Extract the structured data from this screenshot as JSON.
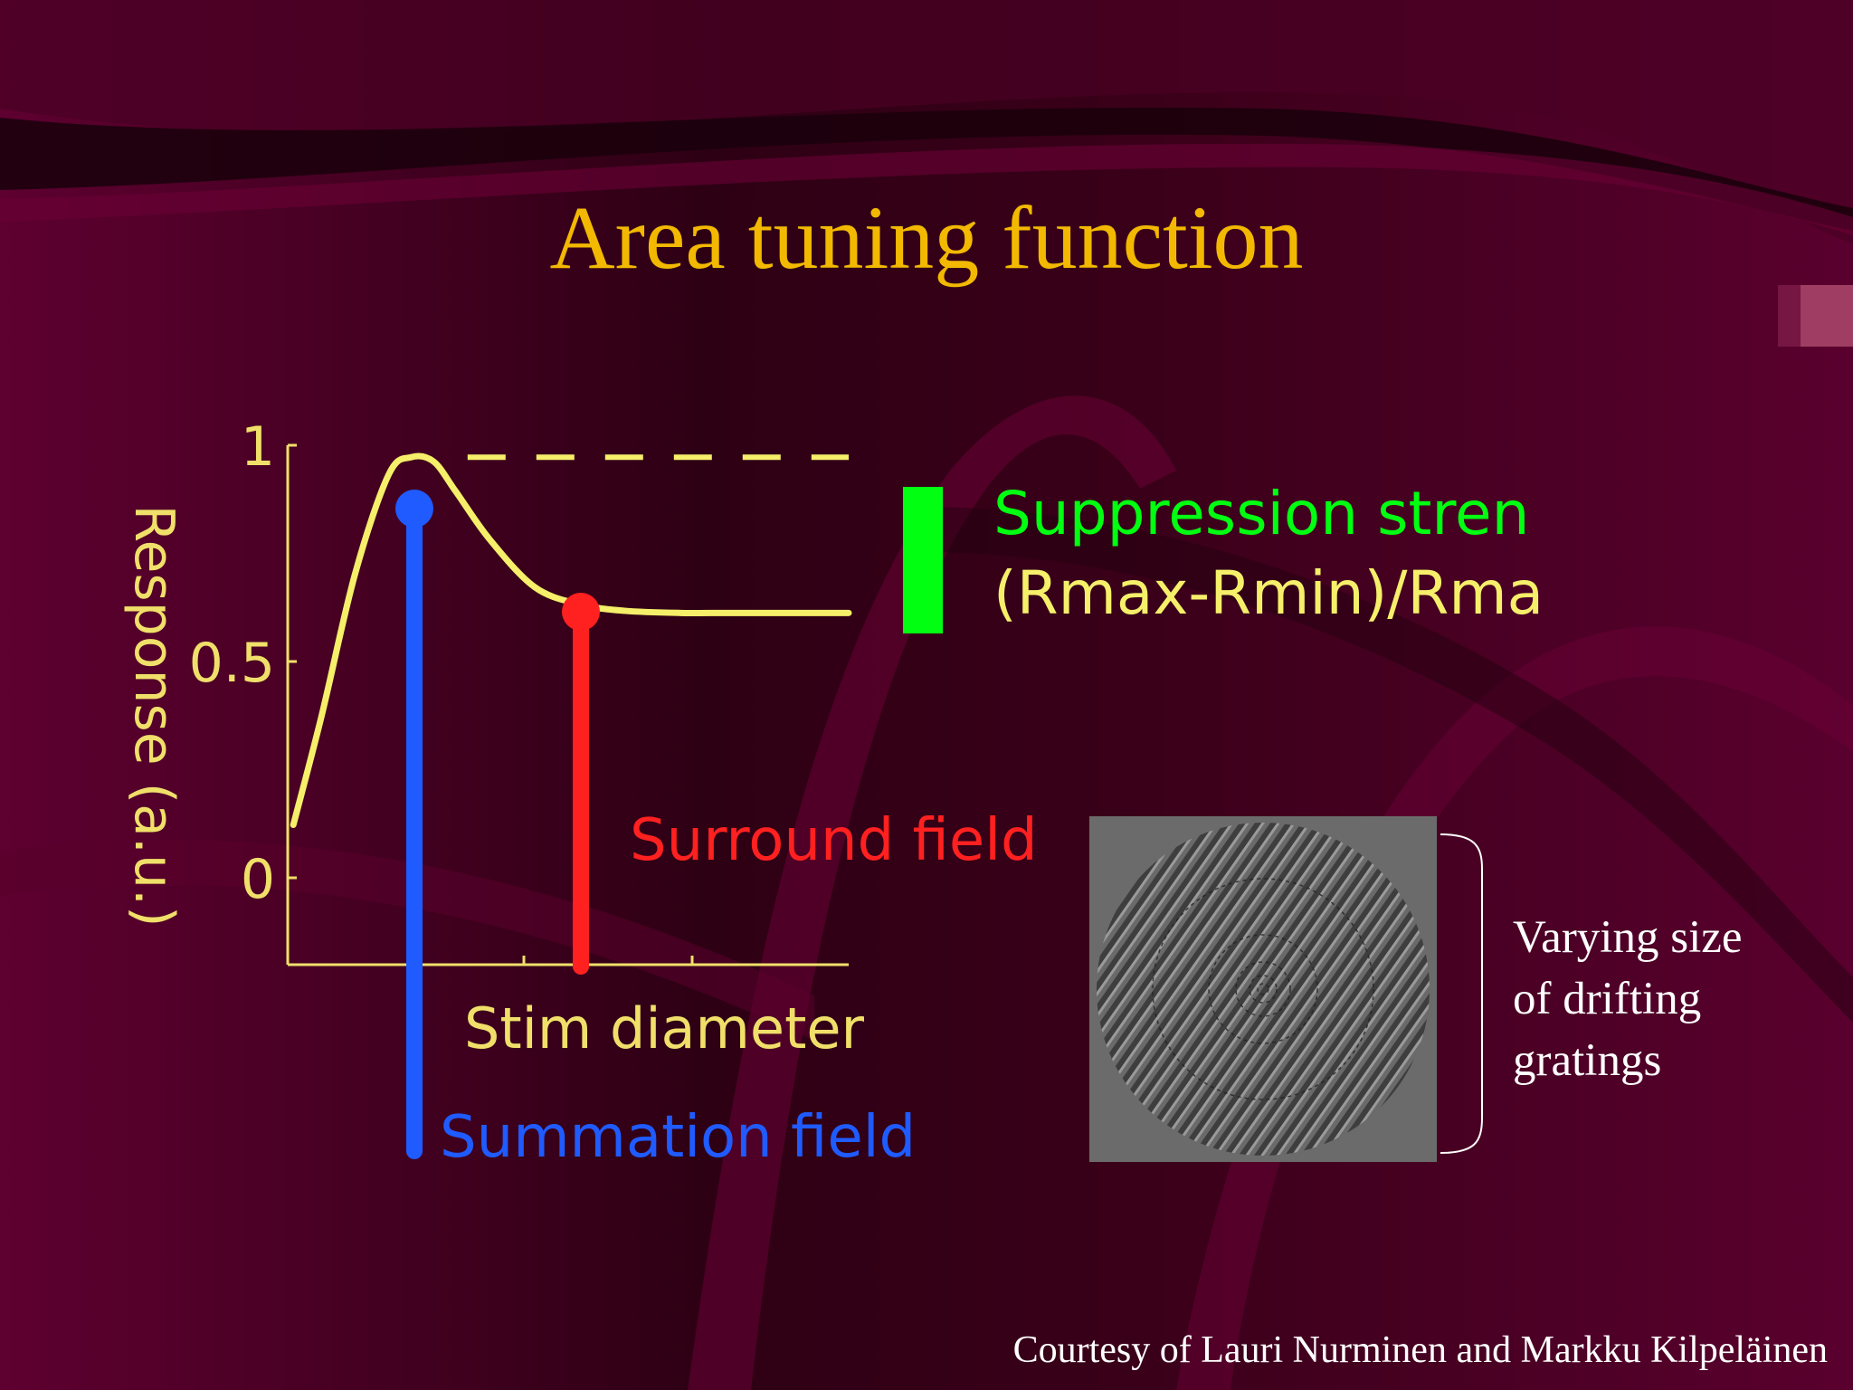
{
  "slide": {
    "title": "Area tuning function",
    "grating_caption": [
      "Varying size",
      "of drifting",
      "gratings"
    ],
    "credit": "Courtesy of Lauri Nurminen and Markku Kilpeläinen"
  },
  "colors": {
    "title": "#f2b900",
    "curve": "#f5ef6a",
    "summation": "#1f5bff",
    "surround": "#ff2020",
    "suppression_bar": "#00ff11",
    "axis": "#f0e06a"
  },
  "chart_data": {
    "type": "line",
    "title": "",
    "xlabel": "Stim diameter",
    "ylabel": "Response (a.u.)",
    "ylim": [
      0,
      1
    ],
    "xlim": [
      0,
      5
    ],
    "y_ticks": [
      "0",
      "0.5",
      "1"
    ],
    "series": [
      {
        "name": "",
        "x": [
          0.05,
          0.3,
          0.6,
          0.9,
          1.1,
          1.3,
          1.5,
          1.8,
          2.2,
          2.6,
          3.0,
          3.5,
          4.0,
          5.0
        ],
        "y": [
          0.07,
          0.32,
          0.65,
          0.88,
          0.92,
          0.91,
          0.84,
          0.73,
          0.62,
          0.58,
          0.565,
          0.56,
          0.56,
          0.56
        ]
      }
    ],
    "reference_line": {
      "y": 0.92,
      "x_from": 1.2,
      "x_to": 5.0,
      "style": "dashed"
    },
    "annotations": [
      {
        "label": "Summation field",
        "x": 1.1,
        "y": 0.86
      },
      {
        "label": "Surround field",
        "x": 2.6,
        "y": 0.62
      }
    ],
    "suppression": {
      "label_line1": "Suppression stren",
      "label_line2": "(Rmax-Rmin)/Rma"
    }
  }
}
